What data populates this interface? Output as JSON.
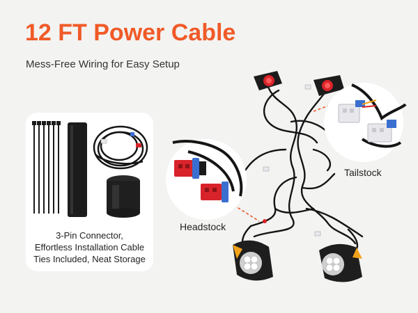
{
  "header": {
    "title": "12 FT Power Cable",
    "subtitle": "Mess-Free Wiring for Easy Setup"
  },
  "kit": {
    "caption_lines": [
      "3-Pin Connector,",
      "Effortless Installation Cable",
      "Ties Included, Neat Storage"
    ]
  },
  "callouts": {
    "headstock_label": "Headstock",
    "tailstock_label": "Tailstock"
  },
  "colors": {
    "accent": "#f05a28",
    "connector_red": "#d9232a",
    "connector_white": "#e8e8ec",
    "connector_blue": "#3a6fd0",
    "cable_black": "#151515"
  }
}
